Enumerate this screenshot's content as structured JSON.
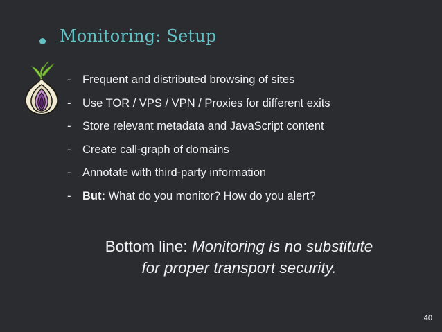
{
  "slide": {
    "title": "Monitoring: Setup",
    "bullets": [
      {
        "dash": "-",
        "bold": "",
        "text": "Frequent and distributed browsing of sites"
      },
      {
        "dash": "-",
        "bold": "",
        "text": "Use TOR / VPS / VPN / Proxies for different exits"
      },
      {
        "dash": "-",
        "bold": "",
        "text": "Store relevant metadata and JavaScript content"
      },
      {
        "dash": "-",
        "bold": "",
        "text": "Create call-graph of domains"
      },
      {
        "dash": "-",
        "bold": "",
        "text": "Annotate with third-party information"
      },
      {
        "dash": "-",
        "bold": "But:",
        "text": " What do you monitor? How do you alert?"
      }
    ],
    "bottom_line": {
      "label": "Bottom line: ",
      "line1": "Monitoring is no substitute",
      "line2": "for proper transport security."
    },
    "page_number": "40"
  },
  "colors": {
    "background": "#2b2c30",
    "accent": "#63c2c6",
    "text": "#f2f2f2"
  },
  "icons": {
    "logo": "tor-onion-icon"
  }
}
